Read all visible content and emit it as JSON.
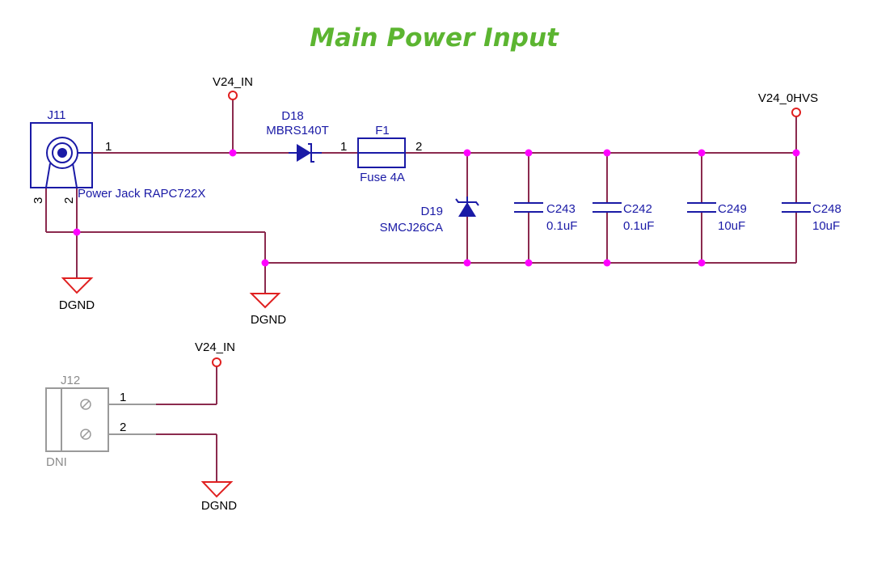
{
  "title": "Main Power Input",
  "nets": {
    "v24_in_top": "V24_IN",
    "v24_0hvs": "V24_0HVS",
    "v24_in_bottom": "V24_IN",
    "dgnd_1": "DGND",
    "dgnd_2": "DGND",
    "dgnd_3": "DGND"
  },
  "j11": {
    "ref": "J11",
    "value": "Power Jack RAPC722X",
    "pin1": "1",
    "pin2": "2",
    "pin3": "3"
  },
  "d18": {
    "ref": "D18",
    "value": "MBRS140T"
  },
  "f1": {
    "ref": "F1",
    "value": "Fuse 4A",
    "pin1": "1",
    "pin2": "2"
  },
  "d19": {
    "ref": "D19",
    "value": "SMCJ26CA"
  },
  "c243": {
    "ref": "C243",
    "value": "0.1uF"
  },
  "c242": {
    "ref": "C242",
    "value": "0.1uF"
  },
  "c249": {
    "ref": "C249",
    "value": "10uF"
  },
  "c248": {
    "ref": "C248",
    "value": "10uF"
  },
  "j12": {
    "ref": "J12",
    "note": "DNI",
    "pin1": "1",
    "pin2": "2"
  },
  "colors": {
    "title": "#5cb531",
    "wire": "#8b2a4e",
    "component": "#1a1aa6",
    "junction": "#ff00ff",
    "power": "#e02020",
    "dni": "#8c8c8c"
  }
}
